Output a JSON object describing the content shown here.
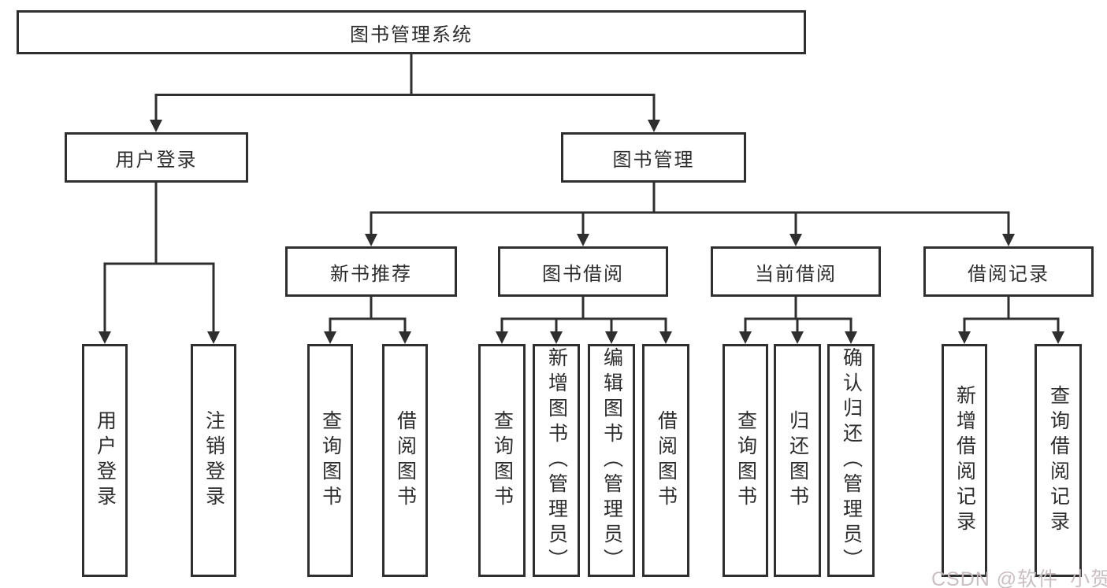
{
  "tree": {
    "label": "图书管理系统",
    "children": [
      {
        "label": "用户登录",
        "children": [
          {
            "label": "用户登录"
          },
          {
            "label": "注销登录"
          }
        ]
      },
      {
        "label": "图书管理",
        "children": [
          {
            "label": "新书推荐",
            "children": [
              {
                "label": "查询图书"
              },
              {
                "label": "借阅图书"
              }
            ]
          },
          {
            "label": "图书借阅",
            "children": [
              {
                "label": "查询图书"
              },
              {
                "label": "新增图书（管理员）"
              },
              {
                "label": "编辑图书（管理员）"
              },
              {
                "label": "借阅图书"
              }
            ]
          },
          {
            "label": "当前借阅",
            "children": [
              {
                "label": "查询图书"
              },
              {
                "label": "归还图书"
              },
              {
                "label": "确认归还（管理员）"
              }
            ]
          },
          {
            "label": "借阅记录",
            "children": [
              {
                "label": "新增借阅记录"
              },
              {
                "label": "查询借阅记录"
              }
            ]
          }
        ]
      }
    ]
  },
  "watermark": {
    "text": "CSDN @软件_小贺同学"
  },
  "colors": {
    "line": "#2f2f2f",
    "text": "#2d2d2d",
    "background": "#ffffff",
    "watermark": "#c7bbbf"
  }
}
